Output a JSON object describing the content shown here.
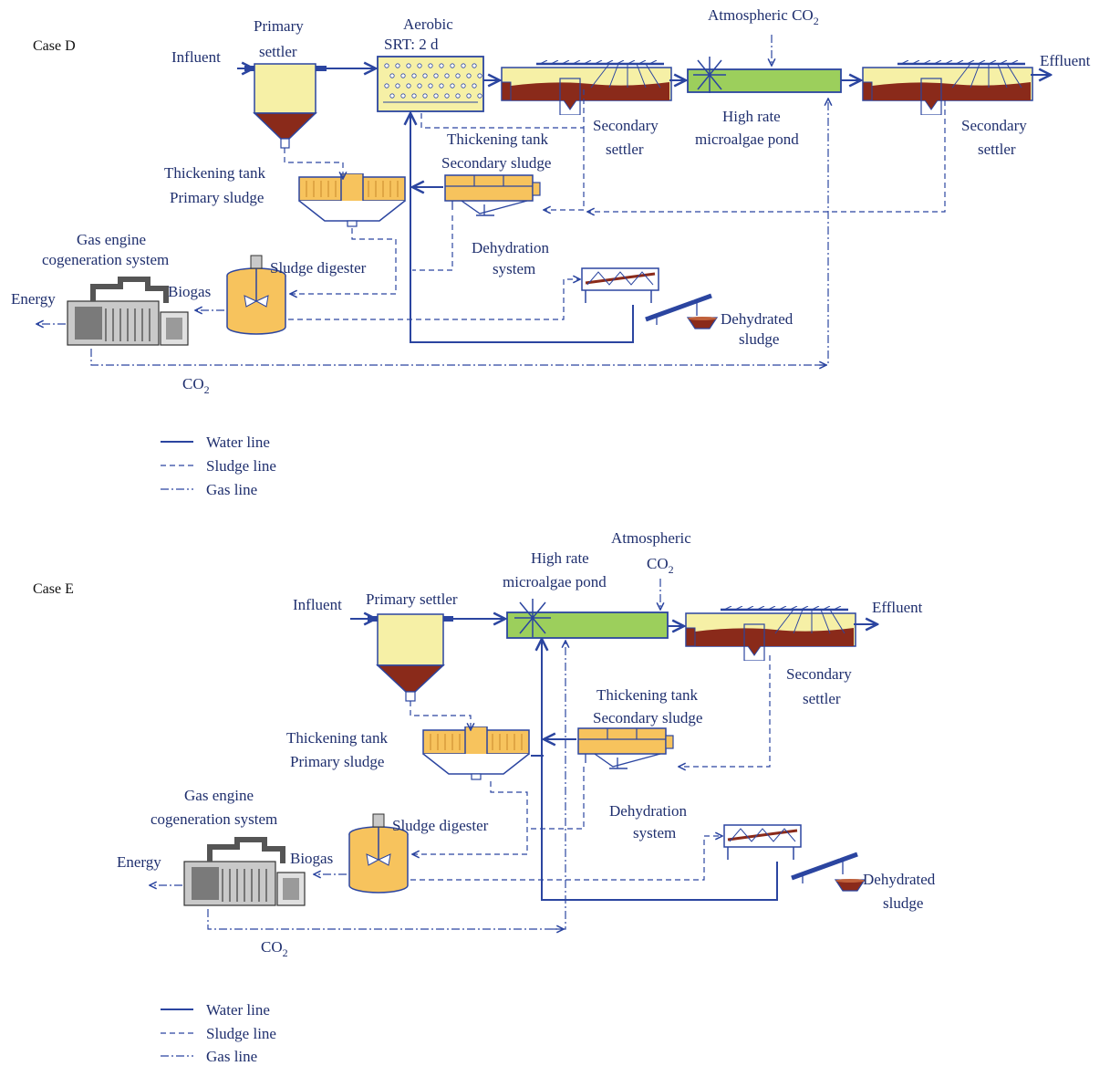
{
  "colors": {
    "line": "#2b45a0",
    "settler_liquid": "#f6f0a6",
    "sludge": "#8a2a1a",
    "pond": "#9ccf5c",
    "thickener": "#f7c35d",
    "digester": "#f7c35d"
  },
  "case_d": {
    "title": "Case D",
    "influent": "Influent",
    "primary_settler": [
      "Primary",
      "settler"
    ],
    "aerobic": [
      "Aerobic",
      "SRT: 2 d"
    ],
    "atmospheric": "Atmospheric CO",
    "atmospheric_sub": "2",
    "effluent": "Effluent",
    "secondary_settler_1": [
      "Secondary",
      "settler"
    ],
    "pond": [
      "High rate",
      "microalgae pond"
    ],
    "secondary_settler_2": [
      "Secondary",
      "settler"
    ],
    "thickening_secondary": [
      "Thickening tank",
      "Secondary sludge"
    ],
    "thickening_primary": [
      "Thickening tank",
      "Primary sludge"
    ],
    "gas_engine": [
      "Gas engine",
      "cogeneration system"
    ],
    "sludge_digester": "Sludge digester",
    "dehydration": [
      "Dehydration",
      "system"
    ],
    "energy": "Energy",
    "biogas": "Biogas",
    "dehydrated": [
      "Dehydrated",
      "sludge"
    ],
    "co2": "CO",
    "co2_sub": "2"
  },
  "case_e": {
    "title": "Case E",
    "influent": "Influent",
    "primary_settler": "Primary settler",
    "pond": [
      "High rate",
      "microalgae pond"
    ],
    "atmospheric": "Atmospheric",
    "atmospheric_co": "CO",
    "atmospheric_sub": "2",
    "effluent": "Effluent",
    "secondary_settler": [
      "Secondary",
      "settler"
    ],
    "thickening_secondary": [
      "Thickening tank",
      "Secondary sludge"
    ],
    "thickening_primary": [
      "Thickening tank",
      "Primary sludge"
    ],
    "gas_engine": [
      "Gas engine",
      "cogeneration system"
    ],
    "sludge_digester": "Sludge digester",
    "dehydration": [
      "Dehydration",
      "system"
    ],
    "energy": "Energy",
    "biogas": "Biogas",
    "dehydrated": [
      "Dehydrated",
      "sludge"
    ],
    "co2": "CO",
    "co2_sub": "2"
  },
  "legend": {
    "water": "Water line",
    "sludge": "Sludge line",
    "gas": "Gas line"
  }
}
